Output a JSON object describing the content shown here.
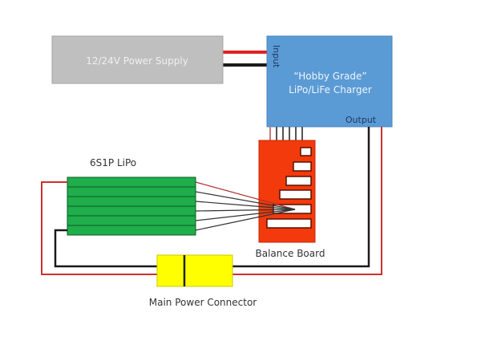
{
  "diagram": {
    "power_supply": {
      "label": "12/24V Power Supply",
      "fill": "#bfbfbf",
      "text_color": "#e8e8e8"
    },
    "charger": {
      "title_line1": "“Hobby Grade”",
      "title_line2": "LiPo/LiFe Charger",
      "input_label": "Input",
      "output_label": "Output",
      "fill": "#5b9bd5",
      "text_color": "#e8f0fa",
      "port_label_color": "#1f3864"
    },
    "battery": {
      "label": "6S1P LiPo",
      "cell_count": 6,
      "fill": "#1fae4b"
    },
    "balance_board": {
      "label": "Balance Board",
      "fill": "#f23a0c",
      "slot_count": 6,
      "pin_count": 6
    },
    "connector": {
      "label": "Main Power Connector",
      "fill": "#ffff00"
    },
    "wire_colors": {
      "positive": "#e0201f",
      "negative": "#1a1a1a"
    }
  }
}
